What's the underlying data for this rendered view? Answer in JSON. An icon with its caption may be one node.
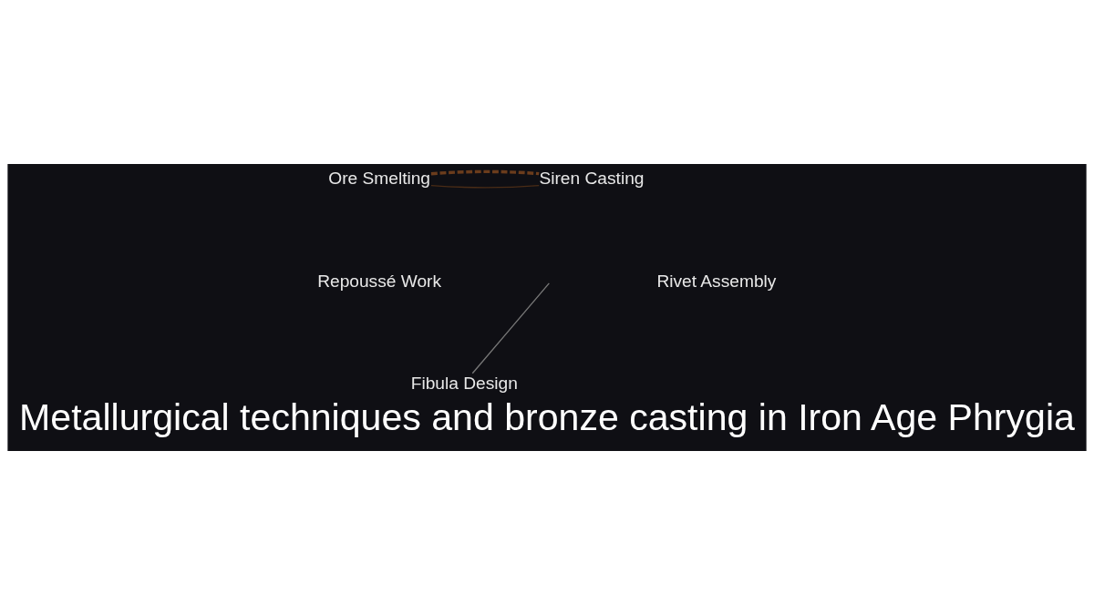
{
  "diagram": {
    "title": "Metallurgical techniques and bronze casting in Iron Age Phrygia",
    "nodes": [
      {
        "text": [
          "Ore Smelting"
        ]
      },
      {
        "text": [
          "Siren Casting"
        ]
      },
      {
        "text": [
          "Repoussé Work"
        ]
      },
      {
        "text": [
          "Rivet Assembly"
        ]
      },
      {
        "text": [
          "Fibula Design"
        ]
      }
    ],
    "edges": [
      {
        "from": 0,
        "to": 1,
        "arrow": "none",
        "color": "#4a2c16"
      },
      {
        "from": 0,
        "to": 1,
        "arrow": "none",
        "style": "dashed",
        "color": "#6b3c1c"
      },
      {
        "from": null,
        "to": 4,
        "arrow": "none",
        "color": "#777777"
      }
    ]
  }
}
